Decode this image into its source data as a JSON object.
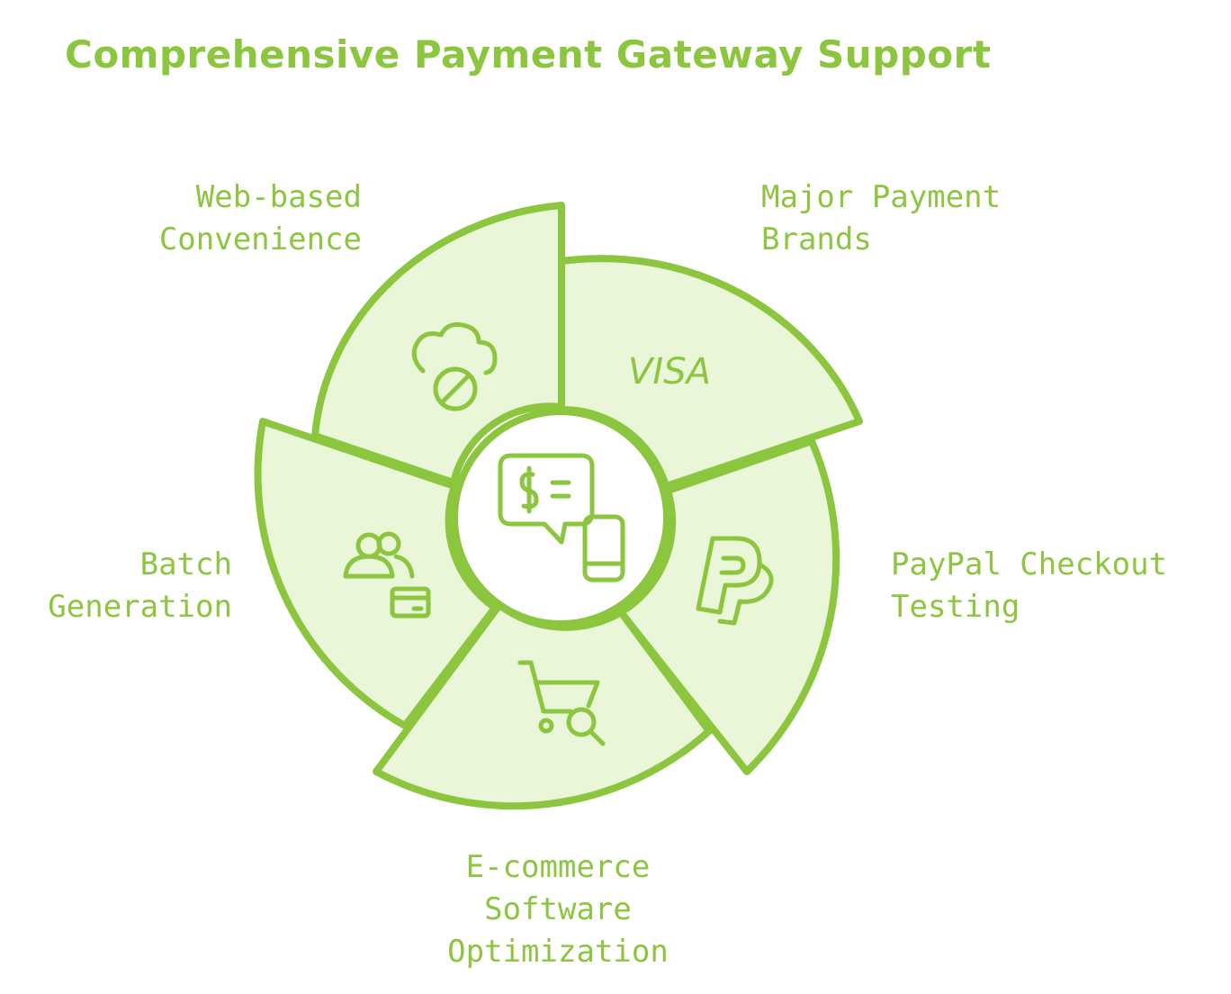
{
  "title": "Comprehensive Payment Gateway Support",
  "colors": {
    "accent": "#8cc63f",
    "fill": "#e9f6d8"
  },
  "center": {
    "icon": "payment-chat-phone-icon"
  },
  "segments": [
    {
      "id": "web-based-convenience",
      "label_lines": [
        "Web-based",
        "Convenience"
      ],
      "icon": "cloud-blocked-icon"
    },
    {
      "id": "major-payment-brands",
      "label_lines": [
        "Major Payment",
        "Brands"
      ],
      "icon": "visa-icon",
      "icon_text": "VISA"
    },
    {
      "id": "paypal-checkout-testing",
      "label_lines": [
        "PayPal Checkout",
        "Testing"
      ],
      "icon": "paypal-icon"
    },
    {
      "id": "ecommerce-software-optimization",
      "label_lines": [
        "E-commerce",
        "Software",
        "Optimization"
      ],
      "icon": "cart-search-icon"
    },
    {
      "id": "batch-generation",
      "label_lines": [
        "Batch",
        "Generation"
      ],
      "icon": "users-card-icon"
    }
  ]
}
